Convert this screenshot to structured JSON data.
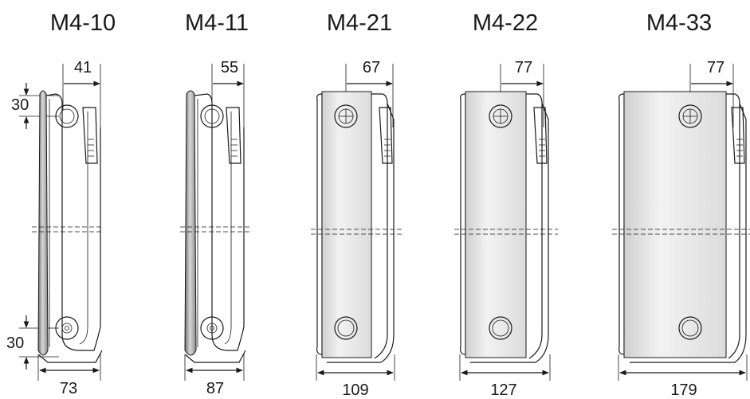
{
  "models": [
    {
      "title": "M4-10",
      "panel": "single-plate",
      "top_offset_label": "41",
      "width_label": "73",
      "vertical_labels": [
        "30",
        "30"
      ]
    },
    {
      "title": "M4-11",
      "panel": "single-plate-convector",
      "top_offset_label": "55",
      "width_label": "87"
    },
    {
      "title": "M4-21",
      "panel": "double-plate",
      "top_offset_label": "67",
      "width_label": "109"
    },
    {
      "title": "M4-22",
      "panel": "double-plate",
      "top_offset_label": "77",
      "width_label": "127"
    },
    {
      "title": "M4-33",
      "panel": "triple-plate",
      "top_offset_label": "77",
      "width_label": "179"
    }
  ],
  "colors": {
    "line": "#1a1a1a",
    "panel_fill": "#e8e8e8",
    "panel_shade": "#9a9a9a",
    "background": "#ffffff"
  }
}
